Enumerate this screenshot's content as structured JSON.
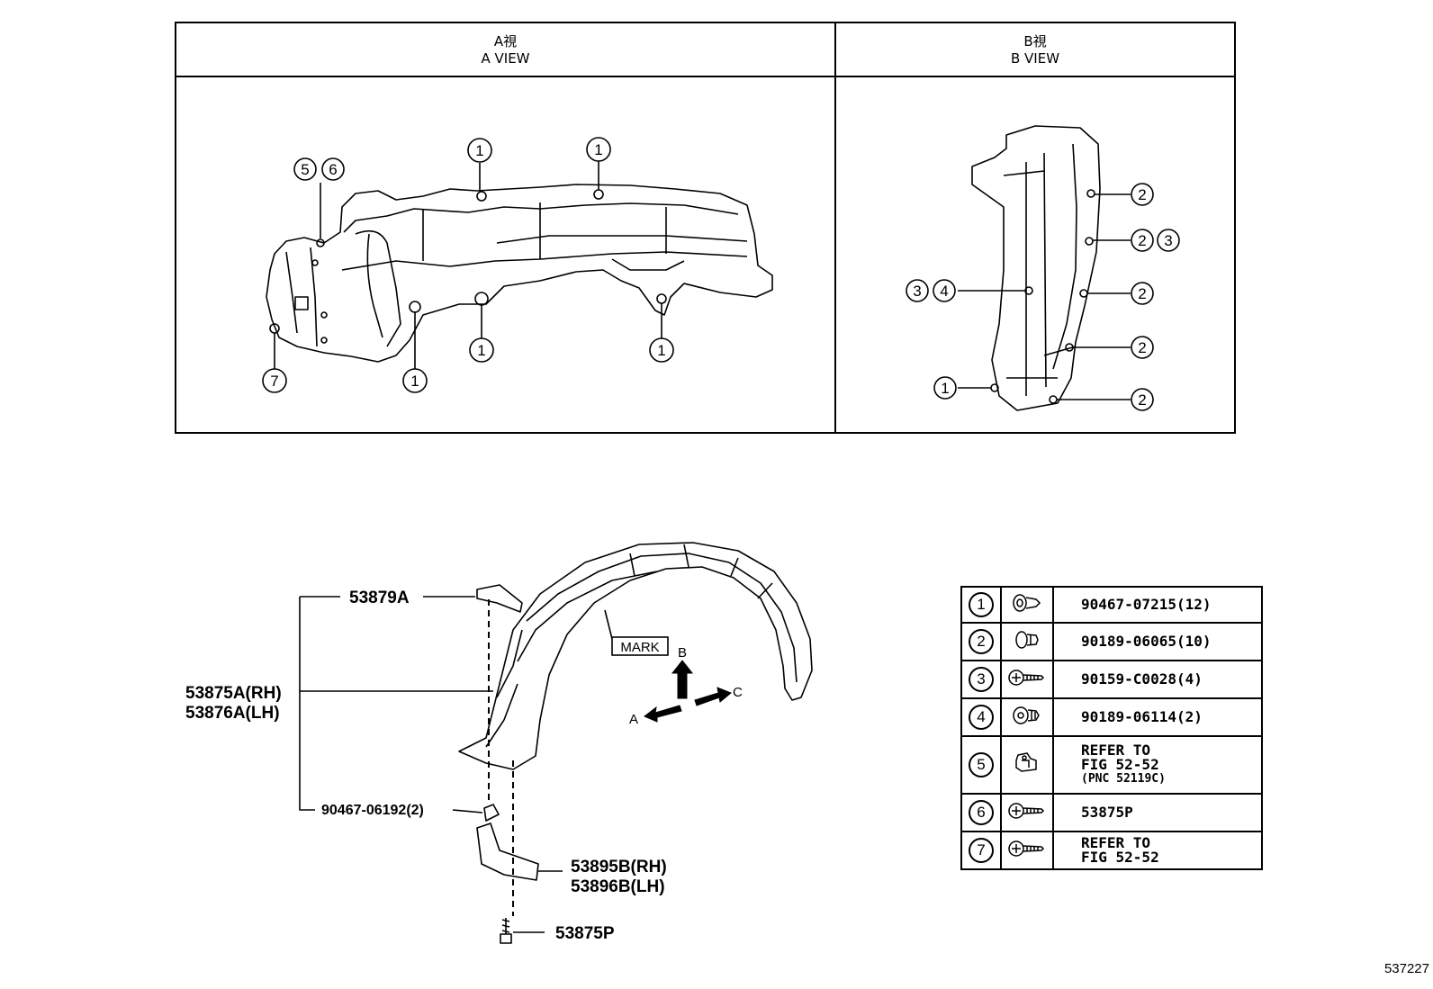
{
  "views": {
    "a": {
      "title_jp": "A視",
      "title_en": "A VIEW"
    },
    "b": {
      "title_jp": "B視",
      "title_en": "B VIEW"
    }
  },
  "a_callouts": [
    "5",
    "6",
    "1",
    "1",
    "1",
    "1",
    "1",
    "7"
  ],
  "b_callouts": [
    "2",
    "2",
    "3",
    "3",
    "4",
    "2",
    "2",
    "1",
    "2"
  ],
  "main": {
    "part_53879a": "53879A",
    "part_rh": "53875A(RH)",
    "part_lh": "53876A(LH)",
    "part_clip": "90467-06192(2)",
    "part_shield_rh": "53895B(RH)",
    "part_shield_lh": "53896B(LH)",
    "part_screw": "53875P",
    "mark_label": "MARK",
    "dir_a": "A",
    "dir_b": "B",
    "dir_c": "C"
  },
  "fastener_table": [
    {
      "num": "1",
      "icon": "clip-icon",
      "lines": [
        "90467-07215(12)"
      ]
    },
    {
      "num": "2",
      "icon": "grommet-icon",
      "lines": [
        "90189-06065(10)"
      ]
    },
    {
      "num": "3",
      "icon": "screw-icon",
      "lines": [
        "90159-C0028(4)"
      ]
    },
    {
      "num": "4",
      "icon": "nut-icon",
      "lines": [
        "90189-06114(2)"
      ]
    },
    {
      "num": "5",
      "icon": "spring-nut-icon",
      "lines": [
        "REFER TO",
        "FIG 52-52",
        "(PNC 52119C)"
      ]
    },
    {
      "num": "6",
      "icon": "screw-icon",
      "lines": [
        "53875P"
      ]
    },
    {
      "num": "7",
      "icon": "screw-icon",
      "lines": [
        "REFER TO",
        "FIG 52-52"
      ]
    }
  ],
  "image_id": "537227"
}
